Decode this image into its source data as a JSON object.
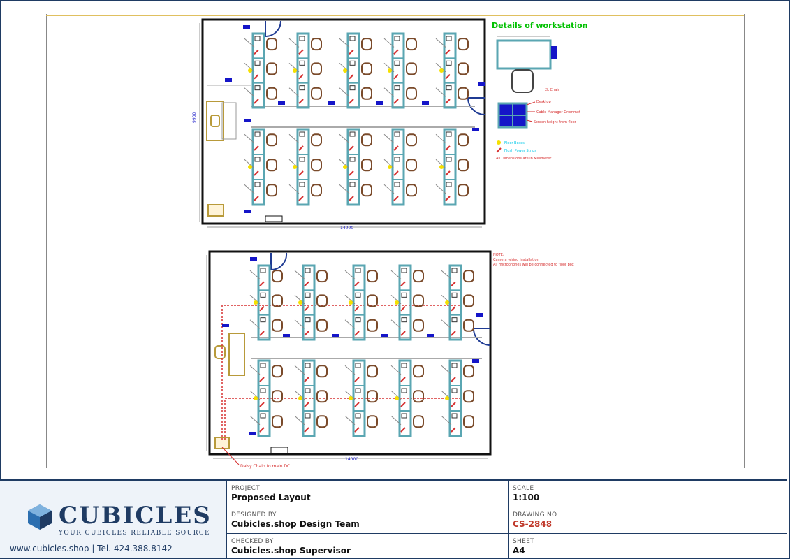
{
  "plan": {
    "details_title": "Details of workstation",
    "upper_overall_dim": "14000",
    "lower_overall_dim": "14000",
    "upper_side_dim": "9900",
    "note_title": "NOTE:",
    "note_line1": "Camera wiring Installation",
    "note_line2": "All microphones will be connected to floor box",
    "daisy_chain_label": "Daisy Chain to main DC",
    "legend_floorbox": "Floor Boxes",
    "legend_powerstrip": "Flush Power Strips",
    "legend_dims": "All Dimensions are in Millimeter",
    "legend_chair": "2L Chair",
    "legend_desktop": "Desktop",
    "legend_cable": "Cable Manager Grommet",
    "legend_height": "Screen height from floor",
    "colors": {
      "panel": "#5aa6b2",
      "chair": "#7a4a2a",
      "floorbox": "#1515c8",
      "wiring": "#d63030",
      "green": "#00c000",
      "cyan": "#00c8e8"
    }
  },
  "logo": {
    "name": "CUBICLES",
    "tagline": "YOUR CUBICLES RELIABLE SOURCE",
    "contact": "www.cubicles.shop  |  Tel. 424.388.8142"
  },
  "title_block": {
    "project_label": "PROJECT",
    "project_value": "Proposed Layout",
    "designed_label": "DESIGNED BY",
    "designed_value": "Cubicles.shop Design Team",
    "checked_label": "CHECKED BY",
    "checked_value": "Cubicles.shop Supervisor",
    "scale_label": "SCALE",
    "scale_value": "1:100",
    "drawing_label": "DRAWING NO",
    "drawing_value": "CS-2848",
    "sheet_label": "SHEET",
    "sheet_value": "A4"
  }
}
